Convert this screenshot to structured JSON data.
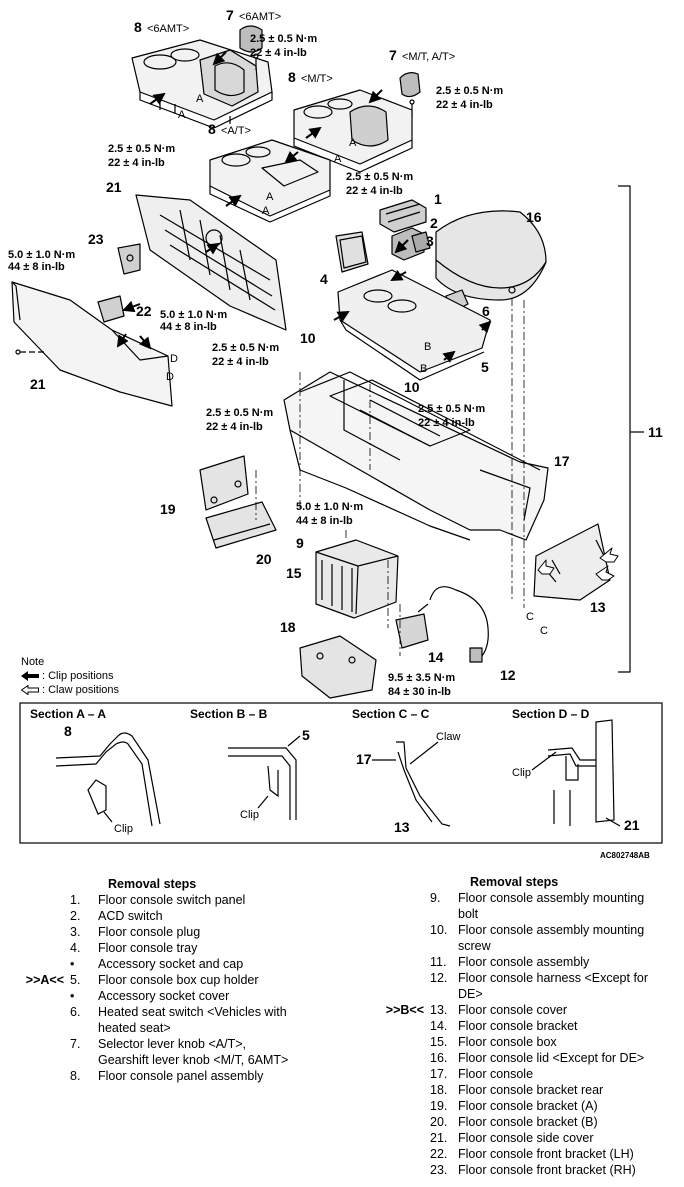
{
  "parts": {
    "p8_6amt": "8",
    "p8_6amt_tag": "<6AMT>",
    "p7_6amt": "7",
    "p7_6amt_tag": "<6AMT>",
    "p7_mtat": "7",
    "p7_mtat_tag": "<M/T, A/T>",
    "p8_mt": "8",
    "p8_mt_tag": "<M/T>",
    "p8_at": "8",
    "p8_at_tag": "<A/T>",
    "p21_top": "21",
    "p23": "23",
    "p22": "22",
    "p21_bottom": "21",
    "p1": "1",
    "p2": "2",
    "p3": "3",
    "p4": "4",
    "p16": "16",
    "p6": "6",
    "p5": "5",
    "p10a": "10",
    "p10b": "10",
    "p11": "11",
    "p17": "17",
    "p19": "19",
    "p20": "20",
    "p9": "9",
    "p15": "15",
    "p18": "18",
    "p14": "14",
    "p12": "12",
    "p13": "13"
  },
  "letters": {
    "A": "A",
    "B": "B",
    "C": "C",
    "D": "D"
  },
  "torques": {
    "t1a": "2.5 ± 0.5 N·m",
    "t1b": "22 ± 4 in-lb",
    "t2a": "2.5 ± 0.5 N·m",
    "t2b": "22 ± 4 in-lb",
    "t3a": "2.5 ± 0.5 N·m",
    "t3b": "22 ± 4 in-lb",
    "t4a": "2.5 ± 0.5 N·m",
    "t4b": "22 ± 4 in-lb",
    "t5a": "5.0 ± 1.0 N·m",
    "t5b": "44 ± 8 in-lb",
    "t6a": "5.0 ± 1.0 N·m",
    "t6b": "44 ± 8 in-lb",
    "t7a": "2.5 ± 0.5 N·m",
    "t7b": "22 ± 4 in-lb",
    "t8a": "2.5 ± 0.5 N·m",
    "t8b": "22 ± 4 in-lb",
    "t9a": "2.5 ± 0.5 N·m",
    "t9b": "22 ± 4 in-lb",
    "t10a": "5.0 ± 1.0 N·m",
    "t10b": "44 ± 8 in-lb",
    "t11a": "9.5 ± 3.5 N·m",
    "t11b": "84 ± 30 in-lb"
  },
  "note": {
    "title": "Note",
    "clip": ": Clip positions",
    "claw": ": Claw positions"
  },
  "sections": {
    "aa": "Section A – A",
    "bb": "Section B – B",
    "cc": "Section C – C",
    "dd": "Section D – D",
    "aa_num": "8",
    "aa_clip": "Clip",
    "bb_num": "5",
    "bb_clip": "Clip",
    "cc_num_top": "17",
    "cc_claw": "Claw",
    "cc_num_bottom": "13",
    "dd_clip": "Clip",
    "dd_num": "21"
  },
  "figure_code": "AC802748AB",
  "steps_left": {
    "heading": "Removal steps",
    "items": [
      {
        "mark": "",
        "no": "1.",
        "text": "Floor console switch panel"
      },
      {
        "mark": "",
        "no": "2.",
        "text": "ACD switch"
      },
      {
        "mark": "",
        "no": "3.",
        "text": "Floor console plug"
      },
      {
        "mark": "",
        "no": "4.",
        "text": "Floor console tray"
      },
      {
        "mark": "",
        "no": "•",
        "text": "Accessory socket and cap"
      },
      {
        "mark": ">>A<<",
        "no": "5.",
        "text": "Floor console box cup holder"
      },
      {
        "mark": "",
        "no": "•",
        "text": "Accessory socket cover"
      },
      {
        "mark": "",
        "no": "6.",
        "text": "Heated seat switch <Vehicles with"
      },
      {
        "mark": "",
        "no": "",
        "text": "heated seat>"
      },
      {
        "mark": "",
        "no": "7.",
        "text": "Selector lever knob <A/T>,"
      },
      {
        "mark": "",
        "no": "",
        "text": "Gearshift lever knob <M/T, 6AMT>"
      },
      {
        "mark": "",
        "no": "8.",
        "text": "Floor console panel assembly"
      }
    ]
  },
  "steps_right": {
    "heading": "Removal steps",
    "items": [
      {
        "mark": "",
        "no": "9.",
        "text": "Floor console assembly mounting"
      },
      {
        "mark": "",
        "no": "",
        "text": "bolt"
      },
      {
        "mark": "",
        "no": "10.",
        "text": "Floor console assembly mounting"
      },
      {
        "mark": "",
        "no": "",
        "text": "screw"
      },
      {
        "mark": "",
        "no": "11.",
        "text": "Floor console assembly"
      },
      {
        "mark": "",
        "no": "12.",
        "text": "Floor console harness <Except for"
      },
      {
        "mark": "",
        "no": "",
        "text": "DE>"
      },
      {
        "mark": ">>B<<",
        "no": "13.",
        "text": "Floor console cover"
      },
      {
        "mark": "",
        "no": "14.",
        "text": "Floor console bracket"
      },
      {
        "mark": "",
        "no": "15.",
        "text": "Floor console box"
      },
      {
        "mark": "",
        "no": "16.",
        "text": "Floor console lid <Except for DE>"
      },
      {
        "mark": "",
        "no": "17.",
        "text": "Floor console"
      },
      {
        "mark": "",
        "no": "18.",
        "text": "Floor console bracket rear"
      },
      {
        "mark": "",
        "no": "19.",
        "text": "Floor console bracket (A)"
      },
      {
        "mark": "",
        "no": "20.",
        "text": "Floor console bracket (B)"
      },
      {
        "mark": "",
        "no": "21.",
        "text": "Floor console side cover"
      },
      {
        "mark": "",
        "no": "22.",
        "text": "Floor console front bracket (LH)"
      },
      {
        "mark": "",
        "no": "23.",
        "text": "Floor console front bracket (RH)"
      }
    ]
  }
}
